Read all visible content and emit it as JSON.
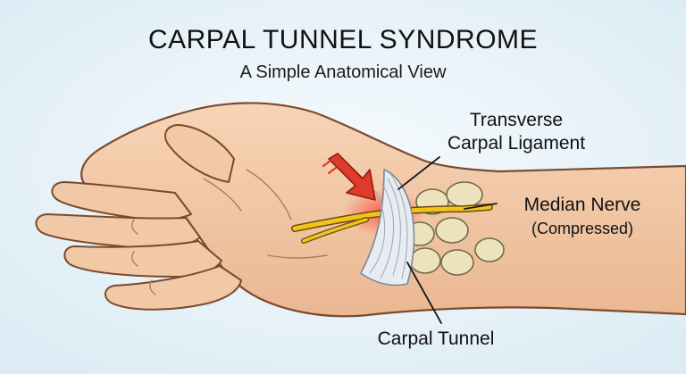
{
  "title": "CARPAL TUNNEL SYNDROME",
  "subtitle": "A Simple Anatomical View",
  "labels": {
    "ligament_line1": "Transverse",
    "ligament_line2": "Carpal Ligament",
    "nerve_line1": "Median Nerve",
    "nerve_line2": "(Compressed)",
    "tunnel": "Carpal Tunnel"
  },
  "colors": {
    "background": "#eaf3f8",
    "skin": "#f2c9a6",
    "skin_outline": "#7a4a2e",
    "nerve": "#f2c419",
    "ligament": "#e6ecf2",
    "bone": "#ece2bb",
    "arrow": "#e03a2a"
  },
  "icons": {
    "pressure_arrow": "arrow-down-right-icon"
  }
}
